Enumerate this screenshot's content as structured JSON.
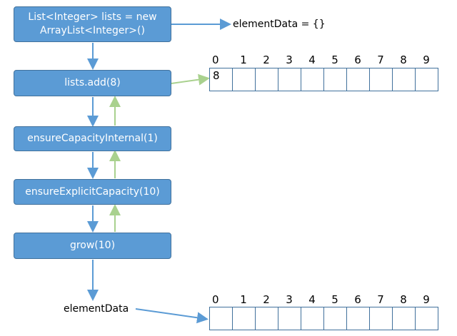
{
  "boxes": {
    "init_line1": "List<Integer> lists = new",
    "init_line2": "ArrayList<Integer>()",
    "add": "lists.add(8)",
    "ensure_internal": "ensureCapacityInternal(1)",
    "ensure_explicit": "ensureExplicitCapacity(10)",
    "grow": "grow(10)"
  },
  "labels": {
    "element_data_empty": "elementData = {}",
    "element_data": "elementData"
  },
  "top_array": {
    "indices": [
      "0",
      "1",
      "2",
      "3",
      "4",
      "5",
      "6",
      "7",
      "8",
      "9"
    ],
    "cells": [
      "8",
      "",
      "",
      "",
      "",
      "",
      "",
      "",
      "",
      ""
    ]
  },
  "bottom_array": {
    "indices": [
      "0",
      "1",
      "2",
      "3",
      "4",
      "5",
      "6",
      "7",
      "8",
      "9"
    ],
    "cells": [
      "",
      "",
      "",
      "",
      "",
      "",
      "",
      "",
      "",
      ""
    ]
  },
  "colors": {
    "box_fill": "#5b9bd5",
    "box_border": "#41719c",
    "call_arrow": "#5b9bd5",
    "return_arrow": "#a9d18e"
  }
}
